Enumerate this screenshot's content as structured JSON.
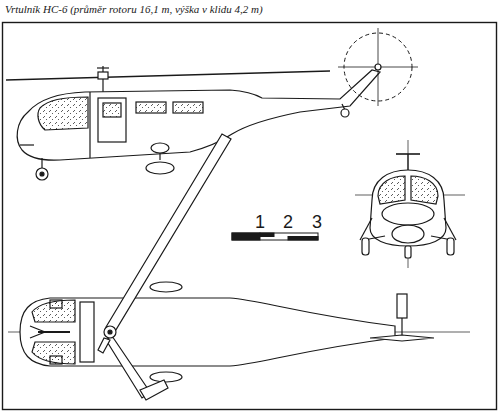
{
  "diagram": {
    "caption": "Vrtulník HC-6 (průměr rotoru 16,1 m, výška v klidu 4,2 m)",
    "labels": [
      "1",
      "2",
      "3"
    ]
  }
}
